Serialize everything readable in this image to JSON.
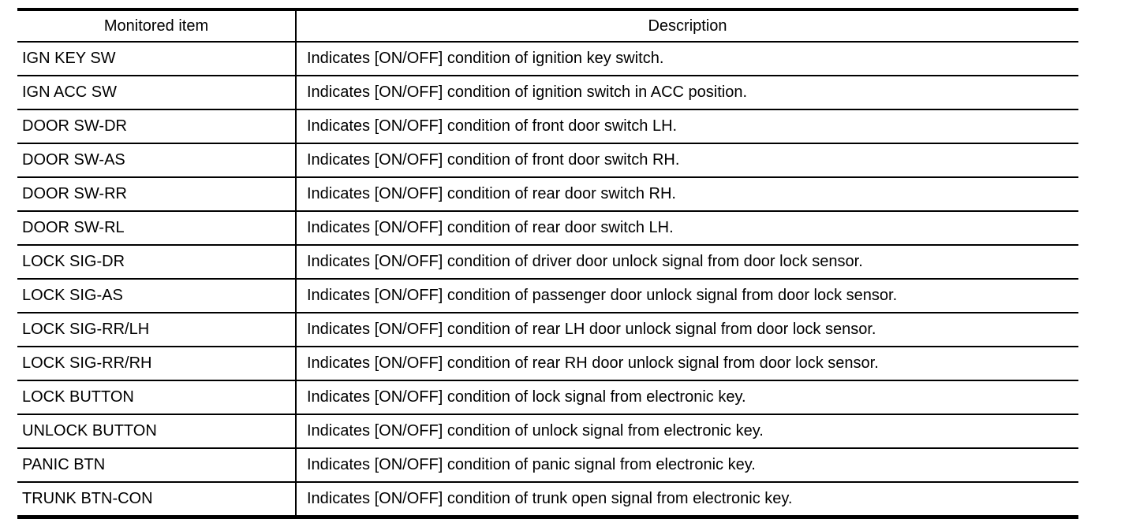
{
  "colors": {
    "background": "#ffffff",
    "border": "#000000",
    "text": "#000000"
  },
  "table": {
    "columns": [
      {
        "label": "Monitored item"
      },
      {
        "label": "Description"
      }
    ],
    "rows": [
      {
        "item": "IGN KEY SW",
        "description": "Indicates [ON/OFF] condition of ignition key switch."
      },
      {
        "item": "IGN ACC SW",
        "description": "Indicates [ON/OFF] condition of ignition switch in ACC position."
      },
      {
        "item": "DOOR SW-DR",
        "description": "Indicates [ON/OFF] condition of front door switch LH."
      },
      {
        "item": "DOOR SW-AS",
        "description": "Indicates [ON/OFF] condition of front door switch RH."
      },
      {
        "item": "DOOR SW-RR",
        "description": "Indicates [ON/OFF] condition of rear door switch RH."
      },
      {
        "item": "DOOR SW-RL",
        "description": "Indicates [ON/OFF] condition of rear door switch LH."
      },
      {
        "item": "LOCK SIG-DR",
        "description": "Indicates [ON/OFF] condition of driver door unlock signal from door lock sensor."
      },
      {
        "item": "LOCK SIG-AS",
        "description": "Indicates [ON/OFF] condition of passenger door unlock signal from door lock sensor."
      },
      {
        "item": "LOCK SIG-RR/LH",
        "description": "Indicates [ON/OFF] condition of rear LH door unlock signal from door lock sensor."
      },
      {
        "item": "LOCK SIG-RR/RH",
        "description": "Indicates [ON/OFF] condition of rear RH door unlock signal from door lock sensor."
      },
      {
        "item": "LOCK BUTTON",
        "description": "Indicates [ON/OFF] condition of lock signal from electronic key."
      },
      {
        "item": "UNLOCK BUTTON",
        "description": "Indicates [ON/OFF] condition of unlock signal from electronic key."
      },
      {
        "item": "PANIC BTN",
        "description": "Indicates [ON/OFF] condition of panic signal from electronic key."
      },
      {
        "item": "TRUNK BTN-CON",
        "description": "Indicates [ON/OFF] condition of trunk open signal from electronic key."
      }
    ]
  }
}
